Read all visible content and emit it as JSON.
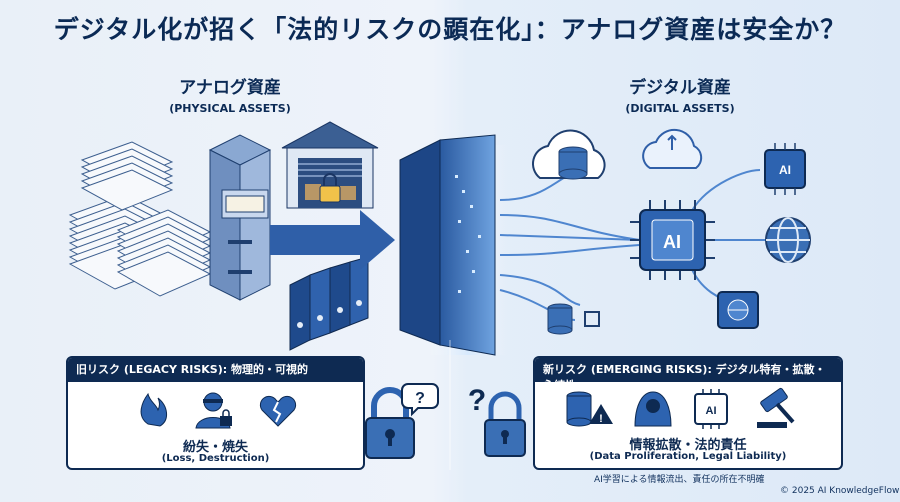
{
  "title": "デジタル化が招く「法的リスクの顕在化」：アナログ資産は安全か？",
  "analog": {
    "title": "アナログ資産",
    "subtitle": "(PHYSICAL ASSETS)"
  },
  "digital": {
    "title": "デジタル資産",
    "subtitle": "(DIGITAL ASSETS)"
  },
  "legacy": {
    "header": "旧リスク (LEGACY RISKS): 物理的・可視的",
    "caption": "紛失・焼失",
    "caption_en": "(Loss, Destruction)"
  },
  "emerging": {
    "header": "新リスク (EMERGING RISKS): デジタル特有・拡散・永続性",
    "caption": "情報拡散・法的責任",
    "caption_en": "(Data Proliferation, Legal Liability)",
    "note": "AI学習による情報流出、責任の所在不明確"
  },
  "ai_label": "AI",
  "question_mark": "?",
  "copyright": "© 2025 AI KnowledgeFlow",
  "colors": {
    "navy": "#0e2a52",
    "blue": "#3a6fb5",
    "light_blue": "#8fb5e3",
    "accent": "#2d63b0"
  }
}
